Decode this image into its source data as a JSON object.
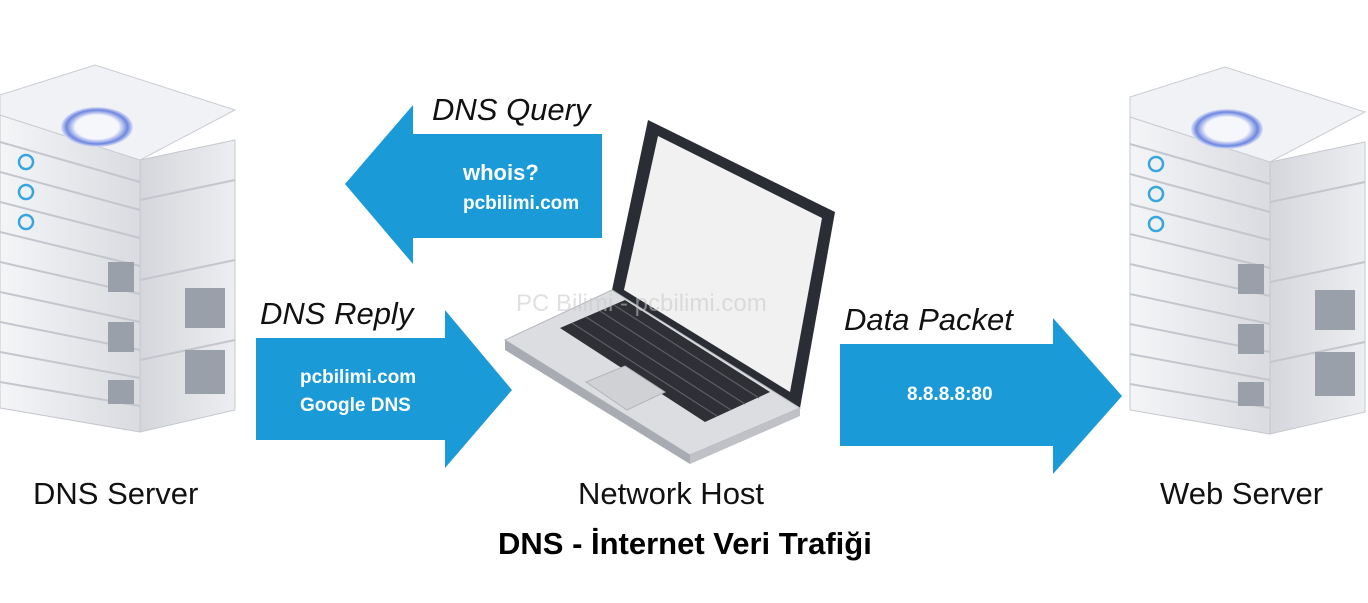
{
  "nodes": {
    "dns_server": "DNS Server",
    "network_host": "Network Host",
    "web_server": "Web Server"
  },
  "arrows": {
    "query": {
      "heading": "DNS Query",
      "line1": "whois?",
      "line2": "pcbilimi.com"
    },
    "reply": {
      "heading": "DNS Reply",
      "line1": "pcbilimi.com",
      "line2": "Google DNS"
    },
    "data": {
      "heading": "Data Packet",
      "line1": "8.8.8.8:80"
    }
  },
  "watermark": "PC Bilimi - pcbilimi.com",
  "title": "DNS - İnternet Veri Trafiği",
  "colors": {
    "arrow": "#1a9ad6",
    "server": "#e8e9ec",
    "laptop": "#2a2d33"
  }
}
